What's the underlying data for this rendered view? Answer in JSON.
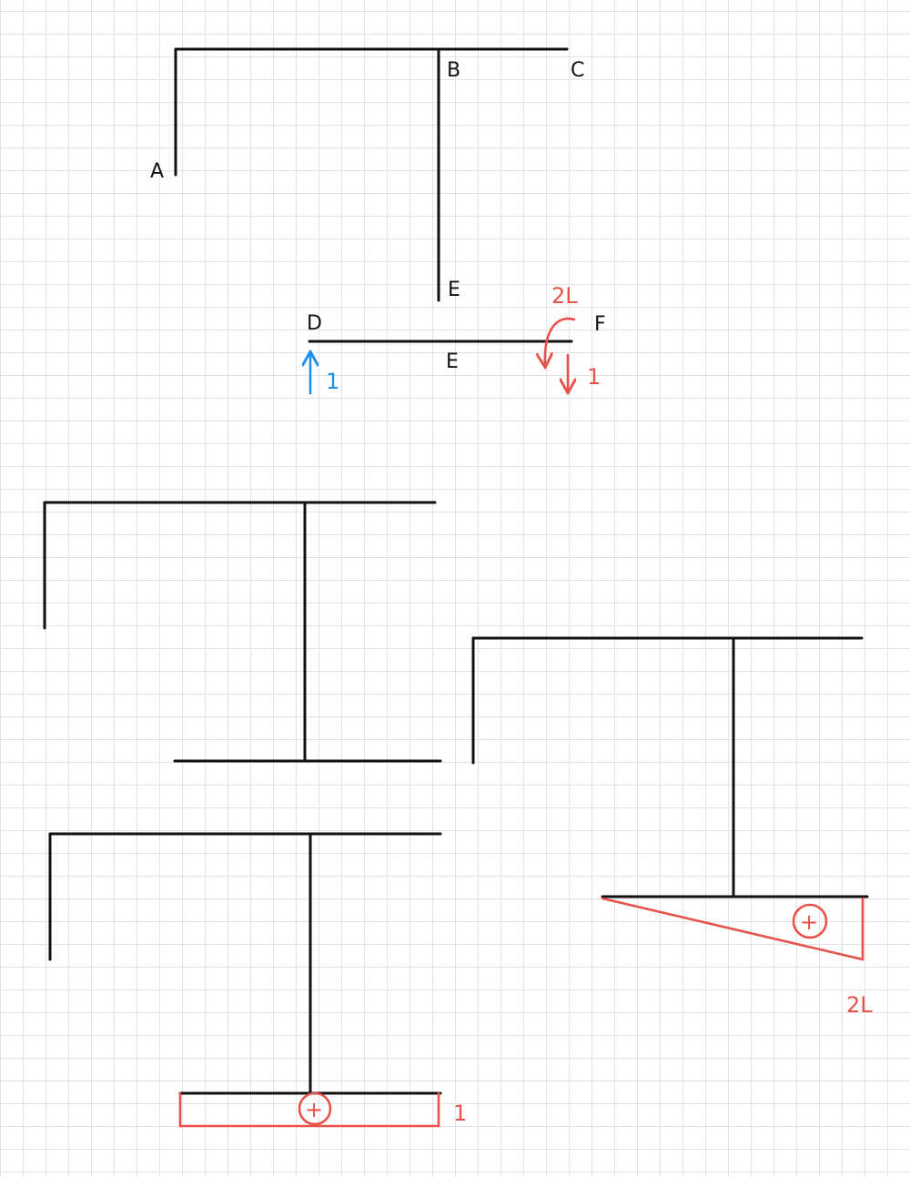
{
  "labels": {
    "a": "A",
    "b": "B",
    "c": "C",
    "e_upper": "E",
    "d": "D",
    "e_lower": "E",
    "f": "F"
  },
  "loads": {
    "moment_value": "2L",
    "reaction_d": "1",
    "force_f": "1"
  },
  "diagrams": {
    "right_sign": "+",
    "right_value": "2L",
    "bottom_sign": "+",
    "bottom_value": "1"
  },
  "colors": {
    "structure": "#111111",
    "diagram": "#e8524a",
    "reaction": "#1e8ef0",
    "grid": "#e4e4e4"
  }
}
